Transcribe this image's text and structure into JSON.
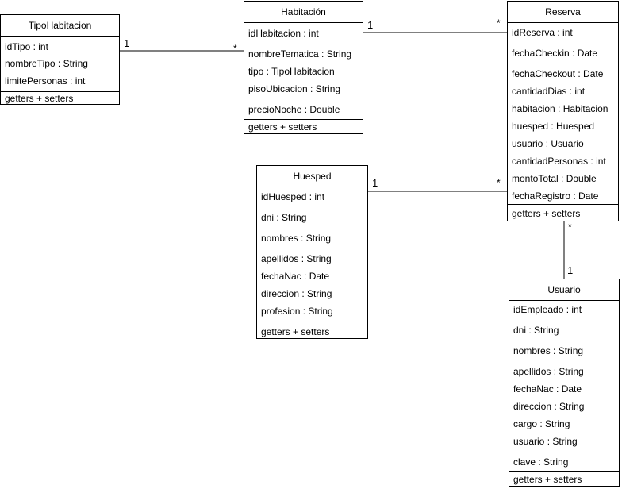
{
  "classes": {
    "tipo_habitacion": {
      "name": "TipoHabitacion",
      "attributes": [
        "idTipo : int",
        "nombreTipo : String",
        "limitePersonas : int"
      ],
      "methods": "getters + setters"
    },
    "habitacion": {
      "name": "Habitación",
      "attributes": [
        "idHabitacion  : int",
        "nombreTematica : String",
        "tipo  :  TipoHabitacion",
        "pisoUbicacion : String",
        "precioNoche  : Double"
      ],
      "methods": "getters + setters"
    },
    "reserva": {
      "name": "Reserva",
      "attributes": [
        "idReserva : int",
        "fechaCheckin : Date",
        "fechaCheckout  : Date",
        "cantidadDias : int",
        "habitacion : Habitacion",
        "huesped : Huesped",
        "usuario : Usuario",
        "cantidadPersonas : int",
        "montoTotal : Double",
        "fechaRegistro  : Date"
      ],
      "methods": "getters + setters"
    },
    "huesped": {
      "name": "Huesped",
      "attributes": [
        "idHuesped : int",
        "dni  :  String",
        "nombres : String",
        "apellidos : String",
        "fechaNac : Date",
        "direccion : String",
        "profesion : String"
      ],
      "methods": "getters + setters"
    },
    "usuario": {
      "name": "Usuario",
      "attributes": [
        "idEmpleado : int",
        "dni  :  String",
        "nombres : String",
        "apellidos : String",
        "fechaNac : Date",
        "direccion : String",
        "cargo : String",
        "usuario : String",
        "clave : String"
      ],
      "methods": "getters + setters"
    }
  },
  "associations": {
    "tipo_habitacion__habitacion": {
      "from": "1",
      "to": "*"
    },
    "habitacion__reserva": {
      "from": "1",
      "to": "*"
    },
    "huesped__reserva": {
      "from": "1",
      "to": "*"
    },
    "reserva__usuario": {
      "from": "*",
      "to": "1"
    }
  }
}
